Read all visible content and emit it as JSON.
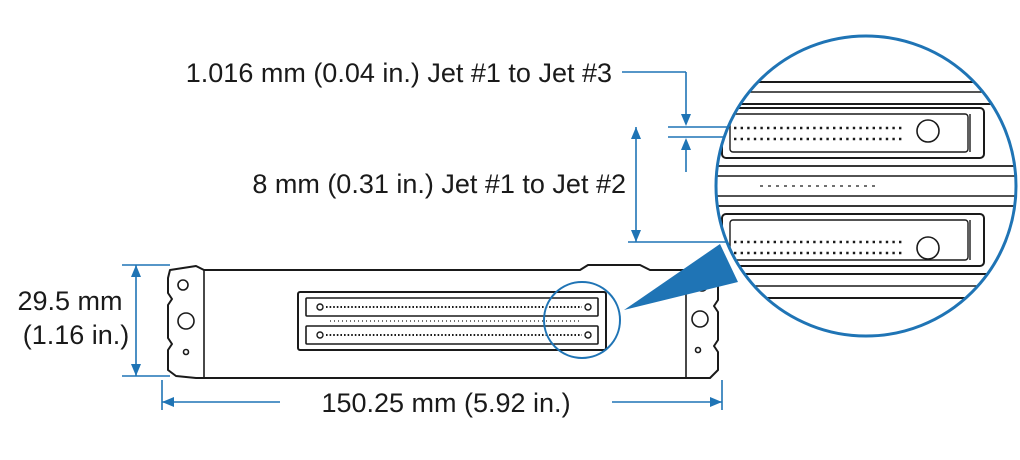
{
  "annotations": {
    "jet13_spacing": "1.016 mm (0.04 in.) Jet #1 to Jet #3",
    "jet12_spacing": "8 mm (0.31 in.) Jet #1 to Jet #2",
    "height_mm": "29.5 mm",
    "height_in": "(1.16 in.)",
    "width": "150.25 mm (5.92 in.)"
  },
  "colors": {
    "dimension_line": "#1f74b5",
    "callout_fill": "#1f74b5",
    "outline": "#1a1a1a"
  }
}
